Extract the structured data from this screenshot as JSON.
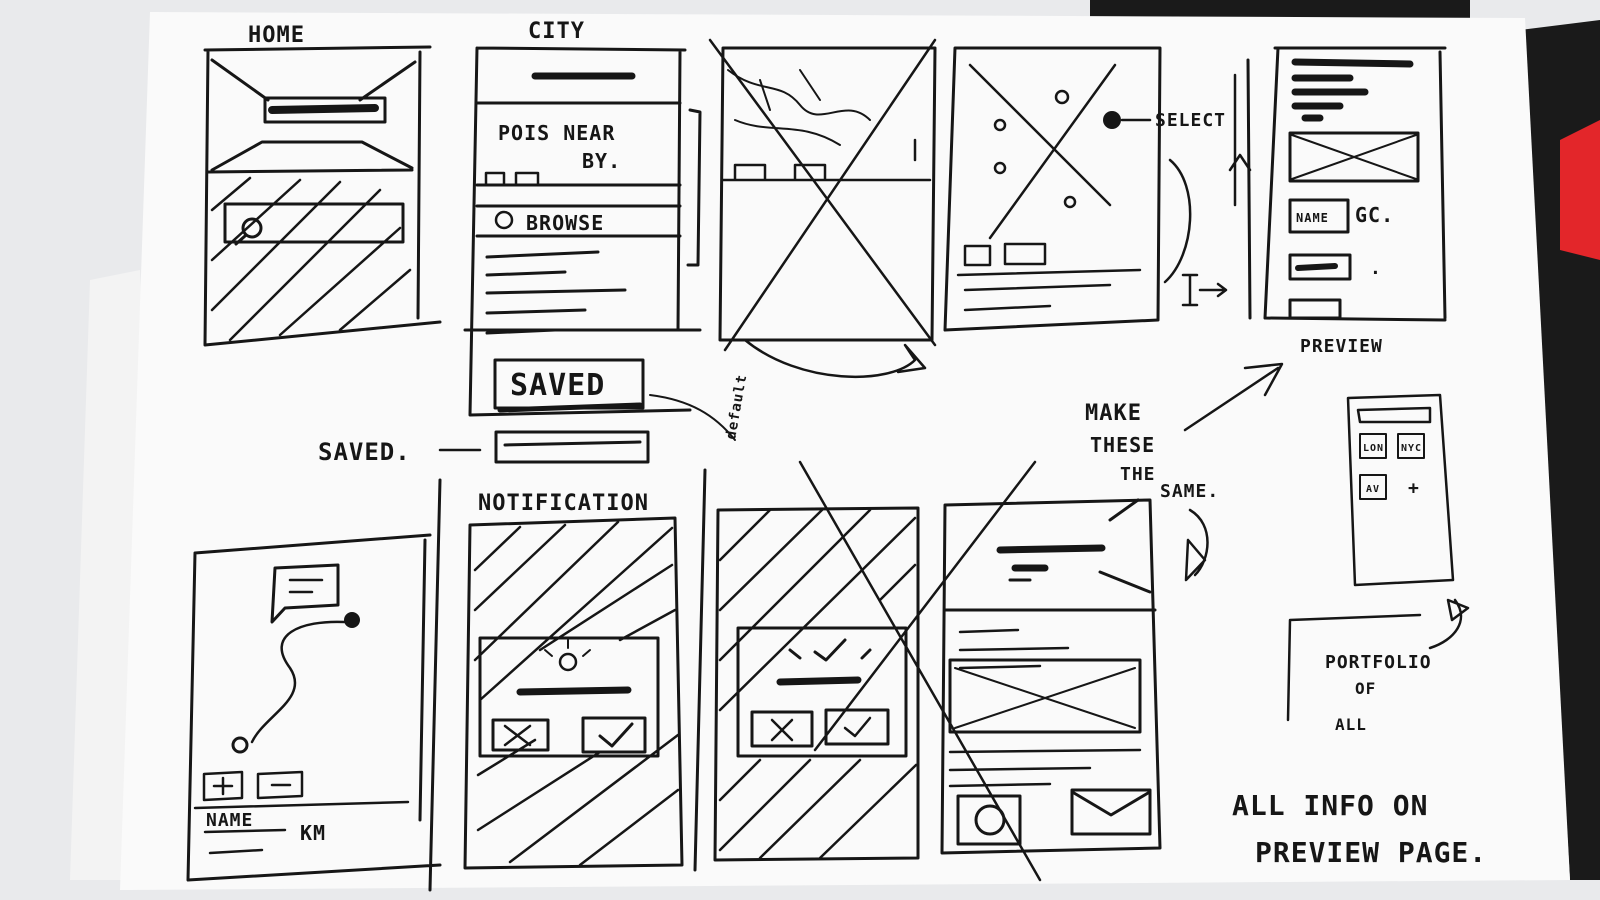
{
  "colors": {
    "paper": "#fafafa",
    "ink": "#161616",
    "table": "#e9eaec",
    "badge": "#e3262a",
    "folder": "#1a1a1a"
  },
  "top_labels": {
    "home": "HOME",
    "city": "CITY"
  },
  "city_screen": {
    "pois": "POIS NEAR",
    "by": "BY.",
    "browse": "BROWSE",
    "saved_btn": "SAVED"
  },
  "annotations": {
    "select": "SELECT",
    "default": "default",
    "saved": "SAVED.",
    "notification": "NOTIFICATION",
    "make": "MAKE",
    "these": "THESE",
    "the": "THE",
    "same": "SAME.",
    "preview": "PREVIEW",
    "portfolio": "PORTFOLIO",
    "of": "OF",
    "all": "ALL",
    "info_line1": "ALL INFO ON",
    "info_line2": "PREVIEW PAGE."
  },
  "preview_screen": {
    "name_label": "NAME",
    "gc": "GC.",
    "dot": "."
  },
  "map_screen": {
    "name": "NAME",
    "km": "KM"
  },
  "portfolio_tiles": [
    "LON",
    "NYC",
    "AV",
    "+"
  ]
}
